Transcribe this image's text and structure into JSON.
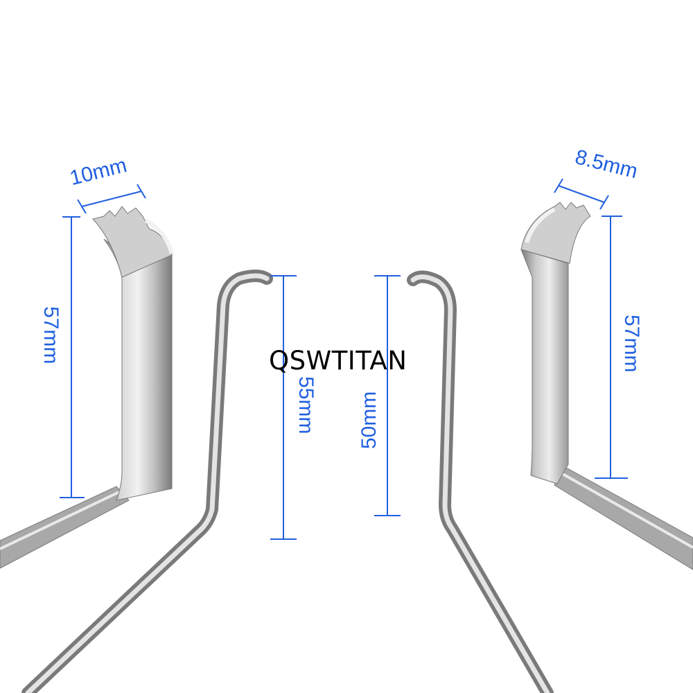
{
  "watermark": "QSWTITAN",
  "dimensions": {
    "left_blade_width": "10mm",
    "left_blade_length": "57mm",
    "left_hook_length": "55mm",
    "right_hook_length": "50mm",
    "right_blade_width": "8.5mm",
    "right_blade_length": "57mm"
  },
  "colors": {
    "dimension": "#1f5fe0",
    "steel_light": "#e6e6e6",
    "steel_dark": "#6f6f6f",
    "background": "#ffffff"
  }
}
